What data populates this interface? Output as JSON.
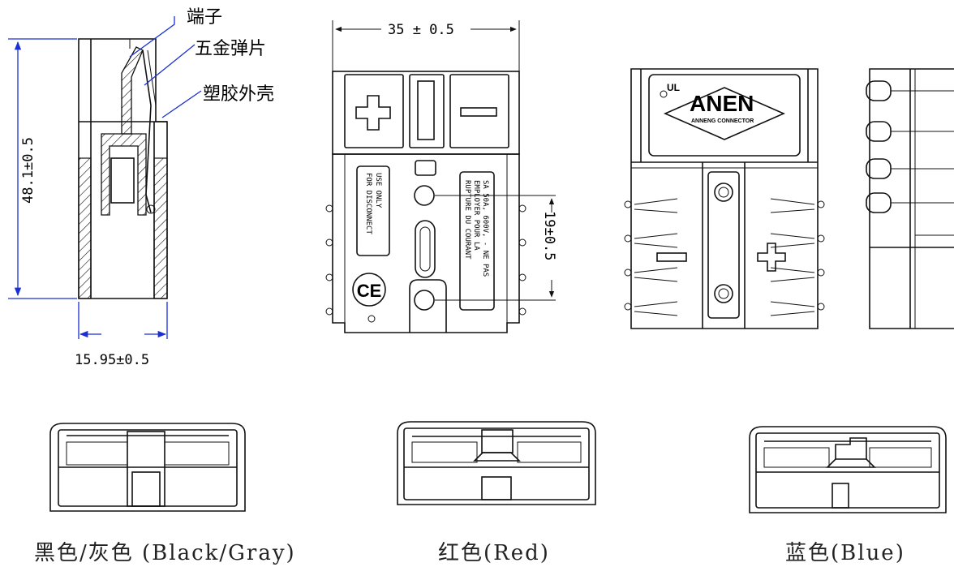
{
  "labels": {
    "terminal": "端子",
    "spring": "五金弹片",
    "housing": "塑胶外壳"
  },
  "dimensions": {
    "height": "48.1±0.5",
    "depth": "15.95±0.5",
    "width": "35 ± 0.5",
    "hole_spacing": "19±0.5"
  },
  "face_text": {
    "left_lines": [
      "FOR DISCONNECT",
      "USE ONLY"
    ],
    "right_lines": [
      "SA 50A, 600V, - NE PAS",
      "EMPLOYER POUR LA",
      "RUPTURE DU COURANT"
    ],
    "ce_mark": "CE",
    "plus_symbol": "+",
    "minus_symbol": "−"
  },
  "logo": {
    "brand": "ANEN",
    "sub": "ANNENG CONNECTOR",
    "ul": "UL"
  },
  "variants": [
    {
      "caption": "黑色/灰色 (Black/Gray)"
    },
    {
      "caption": "红色(Red)"
    },
    {
      "caption": "蓝色(Blue)"
    }
  ]
}
